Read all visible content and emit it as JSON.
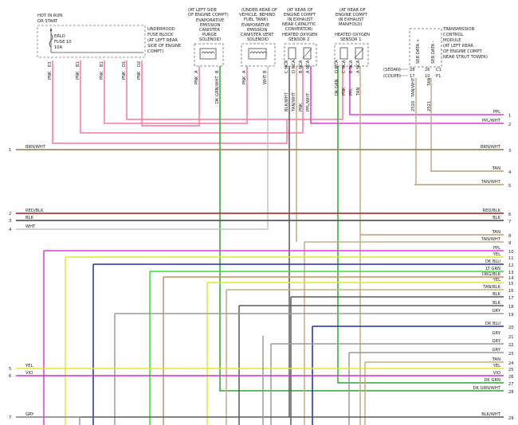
{
  "components": {
    "fuse_block": {
      "power_label": [
        "HOT IN RUN",
        "OR START"
      ],
      "fuse_label": [
        "ERLO",
        "FUSE 10",
        "10A"
      ],
      "desc": [
        "UNDERHOOD",
        "FUSE BLOCK",
        "(AT LEFT REAR",
        "SIDE OF ENGINE",
        "COMPT)"
      ],
      "pins": [
        "E3",
        "B1",
        "B1",
        "D1",
        "D2"
      ]
    },
    "purge_solenoid": {
      "loc": [
        "(AT LEFT SIDE",
        "OF ENGINE COMPT)"
      ],
      "name": [
        "EVAPORATIVE",
        "EMISSION",
        "CANISTER",
        "PURGE",
        "SOLENOID"
      ],
      "pins": [
        "A",
        "B"
      ]
    },
    "vent_solenoid": {
      "loc": [
        "(UNDER REAR OF",
        "VEHICLE, BEHIND",
        "FUEL TANK)"
      ],
      "name": [
        "EVAPORATIVE",
        "EMISSION",
        "CANISTER VENT",
        "SOLENOID"
      ],
      "pins": [
        "A",
        "B"
      ]
    },
    "o2_sensor_2": {
      "loc": [
        "(AT REAR OF",
        "ENGINE COMPT",
        "IN EXHAUST",
        "NEAR CATALYTIC",
        "CONVERTOR)"
      ],
      "name": [
        "HEATED OXYGEN",
        "SENSOR 2"
      ],
      "pins": [
        "C",
        "NCA",
        "D",
        "NCA",
        "B",
        "NCA",
        "A",
        "NCA"
      ]
    },
    "o2_sensor_1": {
      "loc": [
        "(AT REAR OF",
        "ENGINE COMPT",
        "IN EXHAUST",
        "MANIFOLD)"
      ],
      "name": [
        "HEATED OXYGEN",
        "SENSOR 1"
      ],
      "pins": [
        "D",
        "NCA",
        "C",
        "NCA",
        "B",
        "NCA",
        "A",
        "NCA"
      ]
    },
    "tcm": {
      "name": [
        "TRANSMISSION",
        "CONTROL",
        "MODULE",
        "(AT LEFT REAR",
        "OF ENGINE COMPT",
        "NEAR STRUT TOWER)"
      ],
      "pin_labels": [
        "SER DATA +",
        "SER DATA -"
      ],
      "pin_numbers": [
        "28",
        "17",
        "26",
        "10"
      ],
      "connectors": [
        "C1",
        "P1"
      ],
      "variants": [
        "(SEDAN)",
        "(COUPE)"
      ]
    }
  },
  "wires": {
    "fuse_block": [
      "PNK",
      "PNK",
      "PNK",
      "PNK",
      "PNK"
    ],
    "purge_solenoid": [
      "PNK",
      "DK GRN/WHT"
    ],
    "vent_solenoid": [
      "PNK",
      "WHT"
    ],
    "o2_sensor_2": [
      "BLK/WHT",
      "TAN/WHT",
      "PNK",
      "PPL/WHT"
    ],
    "o2_sensor_1": [
      "DK GRN",
      "PNK",
      "PPL",
      "TAN"
    ],
    "tcm": [
      "TAN/WHT",
      "TAN"
    ],
    "tcm_circuits": [
      "2520",
      "2521"
    ]
  },
  "left_terminals": [
    {
      "num": "1",
      "color": "BRN/WHT"
    },
    {
      "num": "2",
      "color": "RED/BLK"
    },
    {
      "num": "3",
      "color": "BLK"
    },
    {
      "num": "4",
      "color": "WHT"
    },
    {
      "num": "5",
      "color": "YEL"
    },
    {
      "num": "6",
      "color": "VIO"
    },
    {
      "num": "7",
      "color": "GRY"
    }
  ],
  "right_terminals": [
    {
      "num": "1",
      "color": "PPL"
    },
    {
      "num": "2",
      "color": "PPL/WHT"
    },
    {
      "num": "3",
      "color": "BRN/WHT"
    },
    {
      "num": "4",
      "color": "TAN"
    },
    {
      "num": "5",
      "color": "TAN/WHT"
    },
    {
      "num": "6",
      "color": "RED/BLK"
    },
    {
      "num": "7",
      "color": "BLK"
    },
    {
      "num": "8",
      "color": "TAN"
    },
    {
      "num": "9",
      "color": "TAN/WHT"
    },
    {
      "num": "10",
      "color": "PPL"
    },
    {
      "num": "11",
      "color": "YEL"
    },
    {
      "num": "12",
      "color": "DK BLU"
    },
    {
      "num": "13",
      "color": "LT GRN"
    },
    {
      "num": "14",
      "color": "ORG/BLK"
    },
    {
      "num": "15",
      "color": "YEL"
    },
    {
      "num": "16",
      "color": "TAN/BLK"
    },
    {
      "num": "17",
      "color": "BLK"
    },
    {
      "num": "18",
      "color": "BLK"
    },
    {
      "num": "19",
      "color": "GRY"
    },
    {
      "num": "20",
      "color": "DK BLU"
    },
    {
      "num": "21",
      "color": "GRY"
    },
    {
      "num": "22",
      "color": "GRY"
    },
    {
      "num": "23",
      "color": "GRY"
    },
    {
      "num": "24",
      "color": "TAN"
    },
    {
      "num": "25",
      "color": "YEL"
    },
    {
      "num": "26",
      "color": "VIO"
    },
    {
      "num": "27",
      "color": "DK GRN"
    },
    {
      "num": "28",
      "color": "DK GRN/WHT"
    },
    {
      "num": "29",
      "color": "BLK/WHT"
    }
  ],
  "wire_colors": {
    "PNK": "#f47a9e",
    "PPL": "#e23ad8",
    "BRN": "#a6875c",
    "TAN": "#c8aa86",
    "RED_BLK": "#b03a34",
    "BLK": "#5a5a5a",
    "WHT": "#c4c4c4",
    "YEL": "#e6e62e",
    "DK_BLU": "#1e2fa8",
    "LT_GRN": "#34df34",
    "ORG_BLK": "#c89060",
    "GRY": "#9a9a9a",
    "VIO": "#cc30cc",
    "DK_GRN": "#2aa82a"
  }
}
